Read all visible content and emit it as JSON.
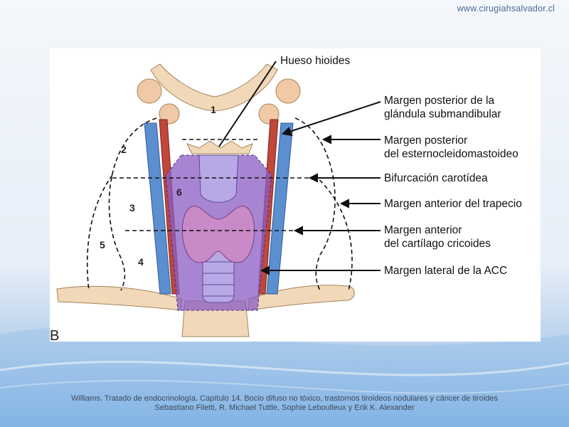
{
  "site_url": "www.cirugiahsalvador.cl",
  "panel_letter": "B",
  "labels": {
    "hueso_hioides": "Hueso hioides",
    "margen_post_submand": [
      "Margen posterior de la",
      "glándula submandibular"
    ],
    "margen_post_ecm": [
      "Margen posterior",
      "del esternocleidomastoideo"
    ],
    "bifurcacion": "Bifurcación carotídea",
    "margen_ant_trapecio": "Margen anterior del trapecio",
    "margen_ant_cricoides": [
      "Margen anterior",
      "del cartílago cricoides"
    ],
    "margen_lat_acc": "Margen lateral de la ACC"
  },
  "zones": {
    "z1": "1",
    "z2": "2",
    "z3": "3",
    "z4": "4",
    "z5": "5",
    "z6": "6"
  },
  "caption": {
    "line1": "Williams. Tratado de endocrinología. Capítulo 14. Bocio difuso no tóxico, trastornos tiroideos nodulares y cáncer de tiroides",
    "line2": "Sebastiano Filetti, R. Michael Tuttle, Sophie Leboulleux y Erik K. Alexander"
  },
  "colors": {
    "artery_blue": "#5b8fd0",
    "artery_red": "#c0473a",
    "bone": "#f0d8b8",
    "zone6_purple": "#8a5cc4",
    "thyroid_pink": "#c98ac8"
  }
}
